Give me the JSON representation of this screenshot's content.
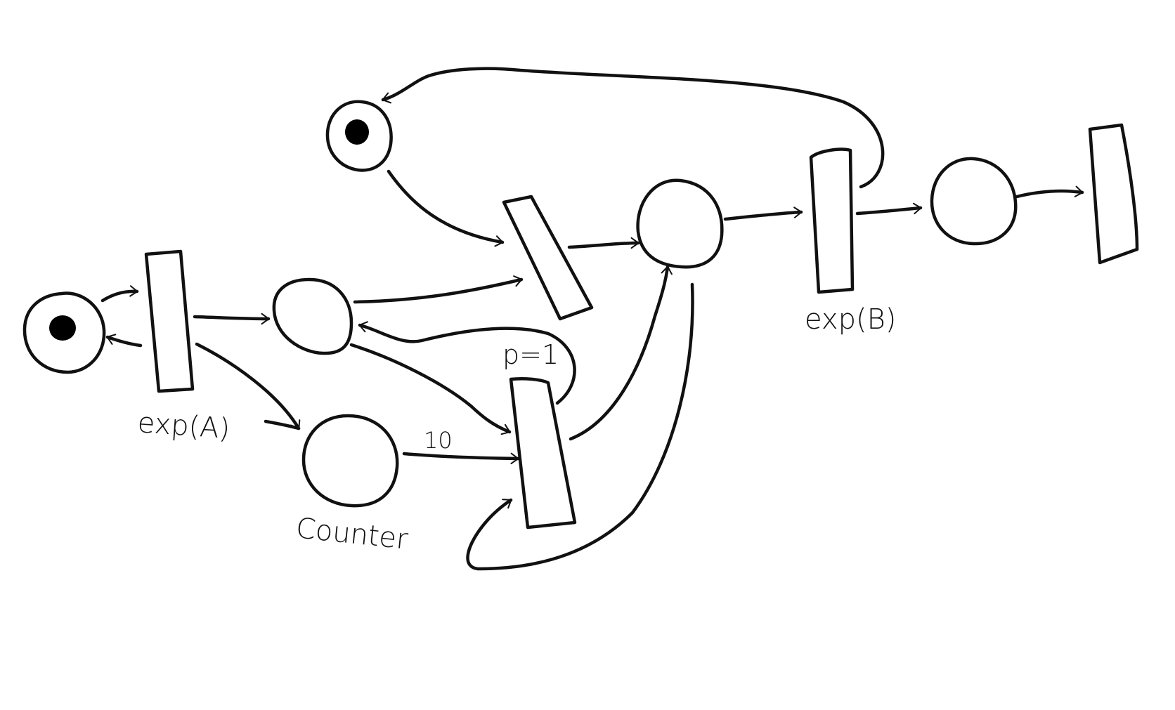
{
  "diagram": {
    "type": "petri-net",
    "style": "hand-drawn",
    "colors": {
      "ink": "#111111",
      "background": "#ffffff"
    },
    "labels": {
      "exp_a": "exp(A)",
      "exp_b": "exp(B)",
      "counter": "Counter",
      "weight": "10",
      "priority": "p=1"
    },
    "places": [
      {
        "id": "p_start",
        "tokens": 1
      },
      {
        "id": "p_top",
        "tokens": 1
      },
      {
        "id": "p_mid",
        "tokens": 0
      },
      {
        "id": "p_counter",
        "tokens": 0,
        "label": "Counter"
      },
      {
        "id": "p_center",
        "tokens": 0
      },
      {
        "id": "p_right",
        "tokens": 0
      }
    ],
    "transitions": [
      {
        "id": "t_exp_a",
        "label": "exp(A)"
      },
      {
        "id": "t_tilted",
        "label": ""
      },
      {
        "id": "t_p1",
        "label": "p=1"
      },
      {
        "id": "t_exp_b",
        "label": "exp(B)"
      },
      {
        "id": "t_sink",
        "label": ""
      }
    ],
    "arcs": [
      {
        "from": "p_start",
        "to": "t_exp_a"
      },
      {
        "from": "t_exp_a",
        "to": "p_start"
      },
      {
        "from": "t_exp_a",
        "to": "p_mid"
      },
      {
        "from": "t_exp_a",
        "to": "p_counter"
      },
      {
        "from": "p_top",
        "to": "t_tilted"
      },
      {
        "from": "p_mid",
        "to": "t_tilted"
      },
      {
        "from": "t_tilted",
        "to": "p_center"
      },
      {
        "from": "p_mid",
        "to": "t_p1"
      },
      {
        "from": "t_p1",
        "to": "p_mid"
      },
      {
        "from": "p_counter",
        "to": "t_p1",
        "weight": "10"
      },
      {
        "from": "t_p1",
        "to": "p_center"
      },
      {
        "from": "p_center",
        "to": "t_p1"
      },
      {
        "from": "p_center",
        "to": "t_exp_b"
      },
      {
        "from": "t_exp_b",
        "to": "p_top"
      },
      {
        "from": "t_exp_b",
        "to": "p_right"
      },
      {
        "from": "p_right",
        "to": "t_sink"
      }
    ]
  }
}
